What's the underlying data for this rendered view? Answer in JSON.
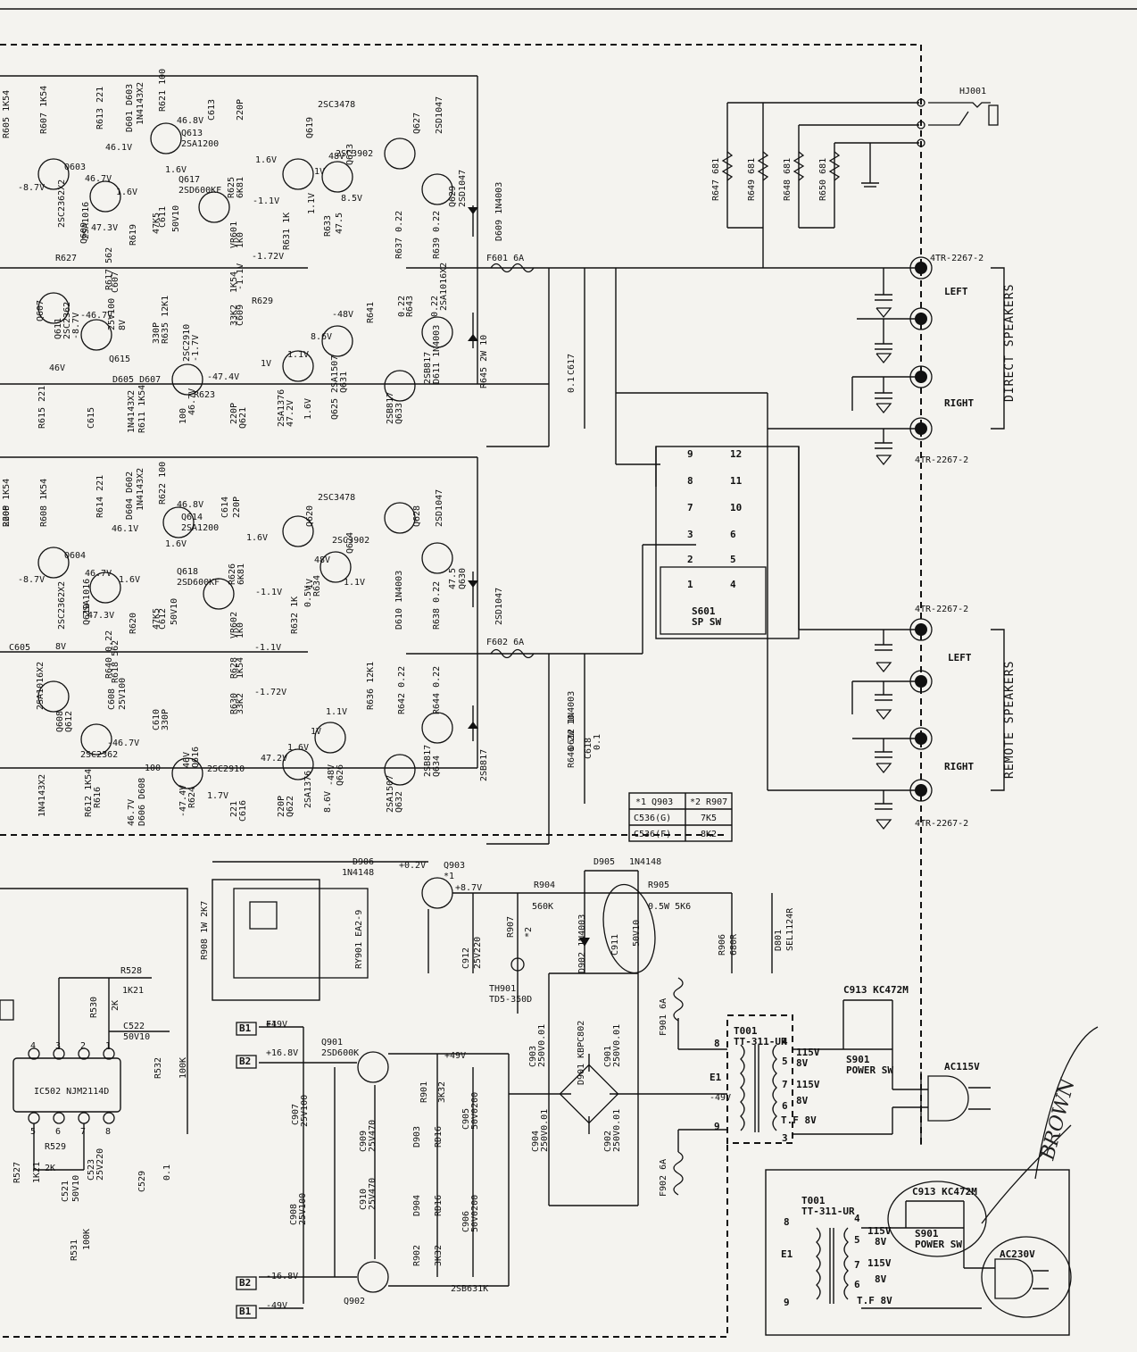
{
  "direct_speakers": {
    "title": "DIRECT SPEAKERS",
    "left": "LEFT",
    "right": "RIGHT",
    "terminal_top": "4TR-2267-2",
    "terminal_bottom": "4TR-2267-2"
  },
  "remote_speakers": {
    "title": "REMOTE SPEAKERS",
    "left": "LEFT",
    "right": "RIGHT",
    "terminal_top": "4TR-2267-2",
    "terminal_bottom": "4TR-2267-2"
  },
  "headphone": {
    "ref": "HJ001"
  },
  "speaker_switch": {
    "ref": "S601",
    "name": "SP SW",
    "pins": [
      "9",
      "12",
      "8",
      "11",
      "7",
      "10",
      "3",
      "6",
      "2",
      "5",
      "1",
      "4"
    ]
  },
  "fuses": {
    "f601": "F601 6A",
    "f602": "F602 6A",
    "f901": "F901 6A",
    "f902": "F902 6A"
  },
  "direct_resistors": [
    "R647 681",
    "R649 681",
    "R648 681",
    "R650 681"
  ],
  "amp_upper": {
    "labels": [
      "R605 1K54",
      "R607 1K54",
      "R613 221",
      "D601 D603",
      "1N4143X2",
      "R621 100",
      "46.8V",
      "Q613",
      "2SA1200",
      "46.1V",
      "C613",
      "220P",
      "Q619",
      "2SC3478",
      "Q627",
      "2SD1047",
      "Q623",
      "2SC3902",
      "48V",
      "1V",
      "1.6V",
      "1.6V",
      "Q617",
      "2SD600KF",
      "R625",
      "6K81",
      "-1.1V",
      "Q603",
      "-8.7V",
      "46.7V",
      "1.6V",
      "2SC2362X2",
      "Q609",
      "2SA1016",
      "47.3V",
      "R619",
      "47K5",
      "C611",
      "50V10",
      "VR601",
      "1K0",
      "R631 1K",
      "1.1V",
      "8.5V",
      "R633",
      "47.5",
      "Q629",
      "2SD1047",
      "D609 1N4003",
      "R637 0.22",
      "R639 0.22",
      "R617 562",
      "C607",
      "25V100",
      "8V",
      "R627",
      "1K54",
      "-1.1V",
      "-1.72V",
      "R629",
      "33K2",
      "C609",
      "330P",
      "R635 12K1",
      "R641",
      "0.22",
      "R643",
      "0.22",
      "2SA1016X2",
      "Q607",
      "Q611",
      "2SC2362",
      "-8.7V",
      "-46.7V",
      "46V",
      "Q615",
      "2SC2910",
      "-1.7V",
      "-47.4V",
      "R623",
      "100",
      "46.7V",
      "D605 D607",
      "1N4143X2",
      "R611 1K54",
      "R615 221",
      "C615",
      "220P",
      "Q621",
      "2SA1376",
      "47.2V",
      "1.6V",
      "1V",
      "1.1V",
      "8.6V",
      "-48V",
      "Q625",
      "2SA1507",
      "Q631",
      "2SB817",
      "Q633",
      "2SB817",
      "D611 1N4003",
      "R645 2W 10",
      "C617",
      "0.1"
    ]
  },
  "amp_lower": {
    "labels": [
      "R606 1K54",
      "R608 1K54",
      "R614 221",
      "D604 D602",
      "1N4143X2",
      "R622 100",
      "46.8V",
      "Q614",
      "2SA1200",
      "46.1V",
      "C614",
      "220P",
      "Q620",
      "2SC3478",
      "Q628",
      "2SD1047",
      "Q624",
      "2SC3902",
      "48V",
      "1V",
      "1.6V",
      "1.6V",
      "Q618",
      "2SD600KF",
      "R626",
      "6K81",
      "-1.1V",
      "Q604",
      "-8.7V",
      "46.7V",
      "1.6V",
      "2SC2362X2",
      "Q610",
      "2SA1016",
      "47.3V",
      "R620",
      "47K5",
      "C612",
      "50V10",
      "VR602",
      "1K0",
      "R632 1K",
      "1.1V",
      "0.5V",
      "R634",
      "47.5",
      "Q630",
      "2SD1047",
      "D610 1N4003",
      "R638 0.22",
      "R640 0.22",
      "R618 562",
      "C608",
      "25V100",
      "8V",
      "R628",
      "1K54",
      "-1.1V",
      "-1.72V",
      "R630",
      "33K2",
      "C610",
      "330P",
      "R636 12K1",
      "R642 0.22",
      "R644 0.22",
      "2SA1016X2",
      "Q608",
      "Q612",
      "2SC2362",
      "-46.7V",
      "46V",
      "Q616",
      "2SC2910",
      "1.7V",
      "-47.4V",
      "R624",
      "100",
      "46.7V",
      "D606 D608",
      "1N4143X2",
      "R612 1K54",
      "R616",
      "221",
      "C616",
      "220P",
      "Q622",
      "2SA1376",
      "47.2V",
      "1.6V",
      "1V",
      "1.1V",
      "8.6V",
      "-48V",
      "Q626",
      "2SA1507",
      "Q632",
      "2SB817",
      "Q634",
      "2SB817",
      "D612 1N4003",
      "R646 2W 10",
      "C618",
      "0.1",
      "C605",
      "220P"
    ]
  },
  "table": {
    "headers": [
      "*1 Q903",
      "*2 R907"
    ],
    "rows": [
      [
        "C536(G)",
        "7K5"
      ],
      [
        "C536(F)",
        "8K2"
      ]
    ]
  },
  "protection": {
    "labels": [
      "D906",
      "1N4148",
      "+0.2V",
      "Q903",
      "*1",
      "+8.7V",
      "D905",
      "1N4148",
      "R904",
      "560K",
      "R905",
      "0.5W 5K6",
      "R908 1W 2K7",
      "RY901 EA2-9",
      "C912",
      "25V220",
      "R907",
      "*2",
      "C911",
      "50V10",
      "D902 1N4003",
      "R906",
      "680R",
      "D801",
      "SEL1124R",
      "TH901",
      "TD5-350D"
    ]
  },
  "power_supply": {
    "labels": [
      "+49V",
      "+16.8V",
      "Q901",
      "2SD600K",
      "+49V",
      "R901",
      "3K32",
      "C907",
      "25V100",
      "C909",
      "25V470",
      "D903",
      "RD16",
      "C905",
      "50V0200",
      "C903",
      "250V0.01",
      "D901 KBPC802",
      "C901",
      "250V0.01",
      "C904",
      "250V0.01",
      "C902",
      "250V0.01",
      "C908",
      "25V100",
      "C910",
      "25V470",
      "D904",
      "RD16",
      "C906",
      "50V0200",
      "R902",
      "3K32",
      "-16.8V",
      "Q902",
      "2SB631K",
      "-49V",
      "-49V",
      "E1"
    ],
    "connectors": [
      "B1",
      "B2",
      "B2",
      "B1"
    ]
  },
  "transformer": {
    "ref": "T001",
    "model": "TT-311-UR",
    "pins": [
      "8",
      "4",
      "5",
      "7",
      "6",
      "3",
      "E1",
      "9"
    ],
    "taps": [
      "115V",
      "8V",
      "115V",
      "8V",
      "T.F 8V"
    ],
    "cap": "C913 KC472M",
    "switch": "S901",
    "switch_name": "POWER SW",
    "ac": "AC115V"
  },
  "transformer_inset": {
    "ref": "T001",
    "model": "TT-311-UR",
    "pins": [
      "8",
      "4",
      "5",
      "7",
      "6",
      "9",
      "E1"
    ],
    "taps": [
      "115V",
      "8V",
      "115V",
      "8V",
      "T.F 8V"
    ],
    "cap": "C913 KC472M",
    "switch": "S901",
    "switch_name": "POWER SW",
    "ac": "AC230V"
  },
  "ic": {
    "ref": "IC502 NJM2114D",
    "labels": [
      "R528",
      "1K21",
      "R530",
      "2K",
      "C522",
      "50V10",
      "R532",
      "100K",
      "R529",
      "2K",
      "R527",
      "1K21",
      "C521",
      "50V10",
      "C523",
      "25V220",
      "C529",
      "0.1",
      "R531",
      "100K"
    ],
    "pins": [
      "4",
      "3",
      "2",
      "1",
      "5",
      "6",
      "7",
      "8"
    ]
  },
  "handwriting": {
    "note": "BROWN"
  }
}
